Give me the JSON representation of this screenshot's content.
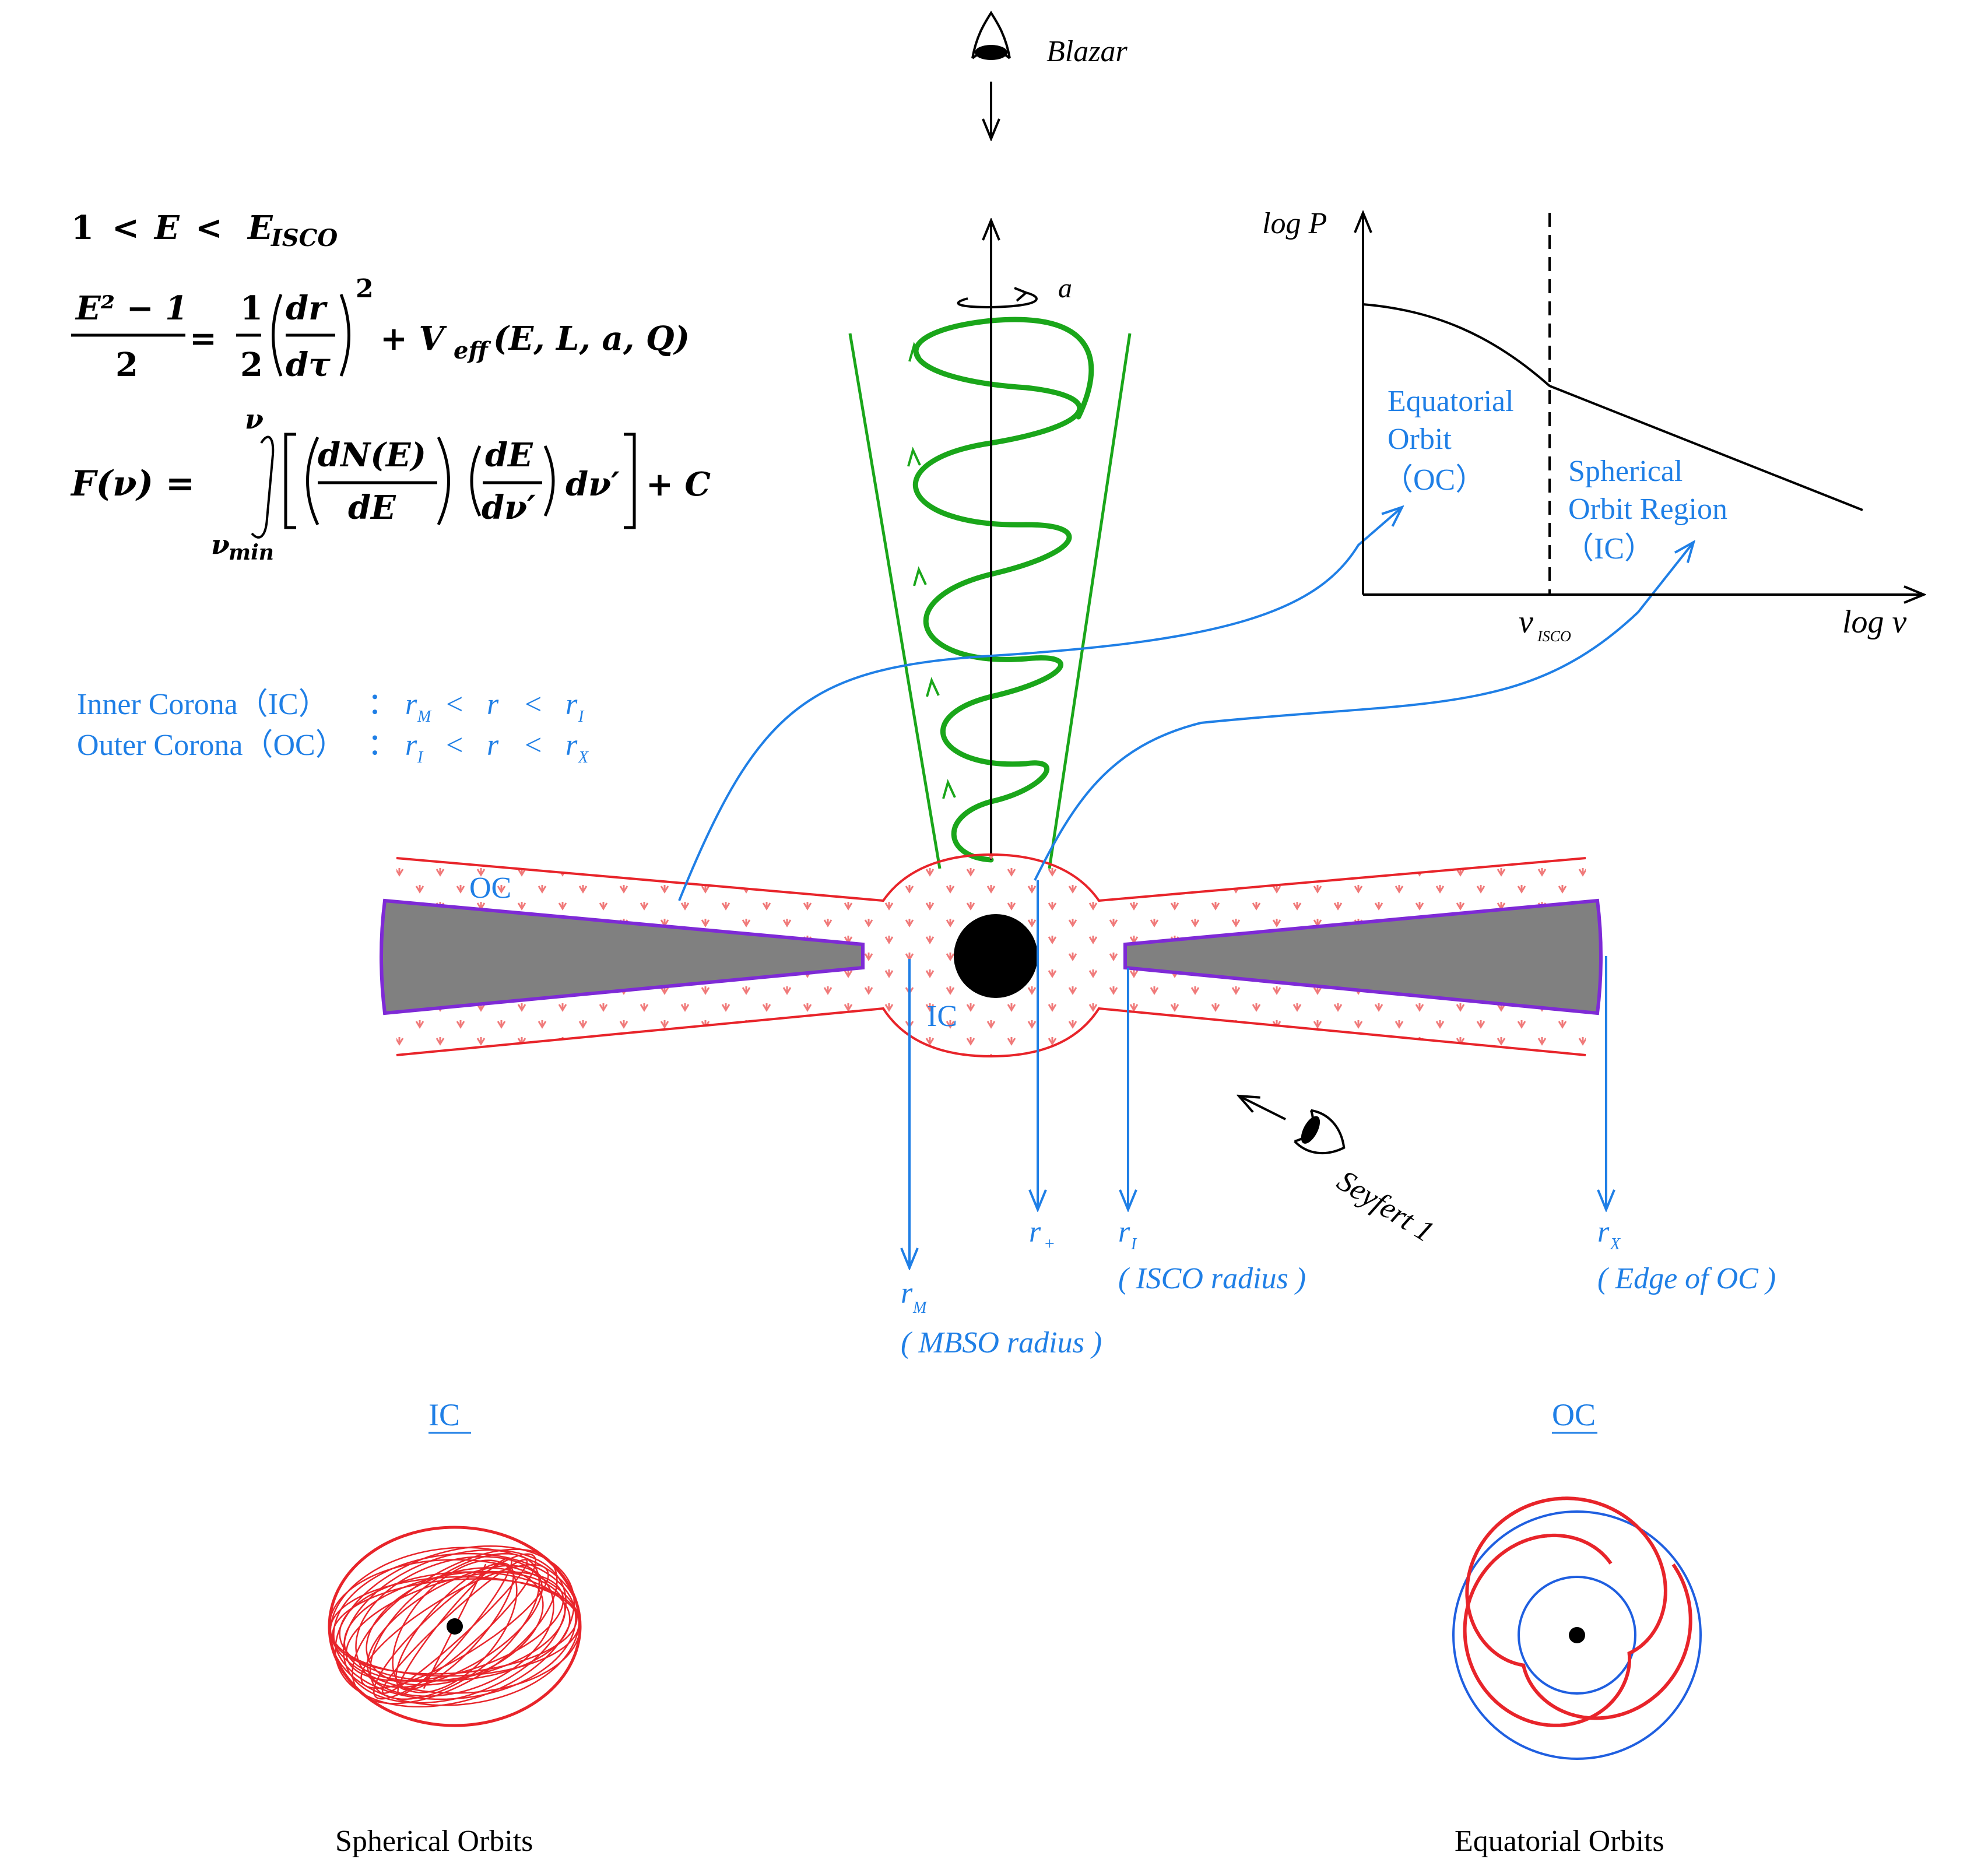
{
  "viewers": {
    "blazar": "Blazar",
    "seyfert": "Seyfert 1"
  },
  "spin_label": "a",
  "equations": {
    "eq1": {
      "one": "1",
      "lt": "<",
      "E": "E",
      "Esub": "E",
      "Esub_sub": "ISCO"
    },
    "eq2": {
      "num": "E² − 1",
      "den": "2",
      "rhs": "= ",
      "half_num": "1",
      "half_den": "2",
      "drdt_num": "dr",
      "drdt_den": "dτ",
      "square": "2",
      "plus": "+ V",
      "veff_sub": "eff",
      "args": "(E, L, a, Q)"
    },
    "eq3": {
      "lhs": "F(ν) =",
      "upper": "ν",
      "lower": "ν",
      "lower_sub": "min",
      "dN_num": "dN(E)",
      "dN_den": "dE",
      "dE_num": "dE",
      "dE_den": "dν′",
      "dnu": "dν′",
      "plusC": "+ C"
    }
  },
  "corona_defs": {
    "inner": {
      "name": "Inner Corona（IC）",
      "colon": "：",
      "r1": "r",
      "r1_sub": "M",
      "lt1": "<",
      "r": "r",
      "lt2": "<",
      "r2": "r",
      "r2_sub": "I"
    },
    "outer": {
      "name": "Outer Corona（OC）",
      "colon": "：",
      "r1": "r",
      "r1_sub": "I",
      "lt1": "<",
      "r": "r",
      "lt2": "<",
      "r2": "r",
      "r2_sub": "X"
    }
  },
  "disk_labels": {
    "oc": "OC",
    "ic": "IC"
  },
  "radii": {
    "rM": {
      "sym": "r",
      "sub": "M",
      "desc": "( MBSO radius )"
    },
    "rplus": {
      "sym": "r",
      "sub": "+"
    },
    "rI": {
      "sym": "r",
      "sub": "I",
      "desc": "( ISCO radius )"
    },
    "rX": {
      "sym": "r",
      "sub": "X",
      "desc": "( Edge of OC )"
    }
  },
  "chart_data": {
    "type": "line",
    "ylabel": "log  P",
    "xlabel": "log ν",
    "tick_label": "ν",
    "tick_sub": "ISCO",
    "regions": [
      {
        "name": "equatorial",
        "lines": [
          "Equatorial",
          "Orbit",
          "（OC）"
        ]
      },
      {
        "name": "spherical",
        "lines": [
          "Spherical",
          "Orbit Region",
          "（IC）"
        ]
      }
    ]
  },
  "panels": {
    "left": {
      "heading": "IC",
      "caption": "Spherical Orbits"
    },
    "right": {
      "heading": "OC",
      "caption": "Equatorial Orbits"
    }
  },
  "colors": {
    "corona": "#e8242a",
    "disk_fill": "#808080",
    "disk_edge": "#7e2ad6",
    "jet": "#1aa61a",
    "annotation": "#1f7fe6",
    "black_hole": "#000000"
  }
}
